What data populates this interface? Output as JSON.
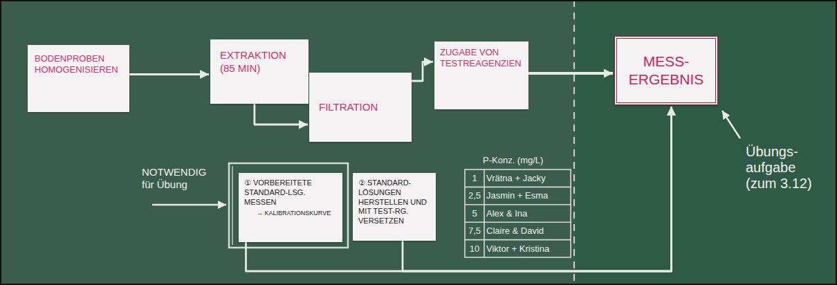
{
  "diagram": {
    "nodes": [
      {
        "text": [
          "BODENPROBEN HOMOGENISIEREN"
        ]
      },
      {
        "text": [
          "EXTRAKTION (85 MIN)"
        ]
      },
      {
        "text": [
          "FILTRATION"
        ]
      },
      {
        "text": [
          "ZUGABE VON TESTREAGENZIEN"
        ]
      },
      {
        "text": [
          "MESS-ERGEBNIS"
        ]
      },
      {
        "text": [
          "① VORBEREITETE STANDARD-LSG. MESSEN",
          "→ KALIBRATIONSKURVE"
        ]
      },
      {
        "text": [
          "② STANDARD-LÖSUNGEN HERSTELLEN UND MIT TEST-RG. VERSETZEN"
        ]
      }
    ],
    "edges": [
      {
        "from": 0,
        "to": 1,
        "arrow": "to"
      },
      {
        "from": 1,
        "to": 2,
        "arrow": "to"
      },
      {
        "from": 2,
        "to": 3,
        "arrow": "to"
      },
      {
        "from": 3,
        "to": 4,
        "arrow": "to"
      },
      {
        "from": 5,
        "to": 4,
        "arrow": "to"
      },
      {
        "from": 6,
        "to": 4,
        "arrow": "to"
      }
    ],
    "labels": [
      "NOTWENDIG für Übung",
      "P-Konz. (mg/L)",
      "1",
      "Vrätna + Jacky",
      "2,5",
      "Jasmin + Esma",
      "5",
      "Alex & Ina",
      "7,5",
      "Claire & David",
      "10",
      "Viktor + Kristina",
      "Übungs-aufgabe (zum 3.12)"
    ]
  }
}
